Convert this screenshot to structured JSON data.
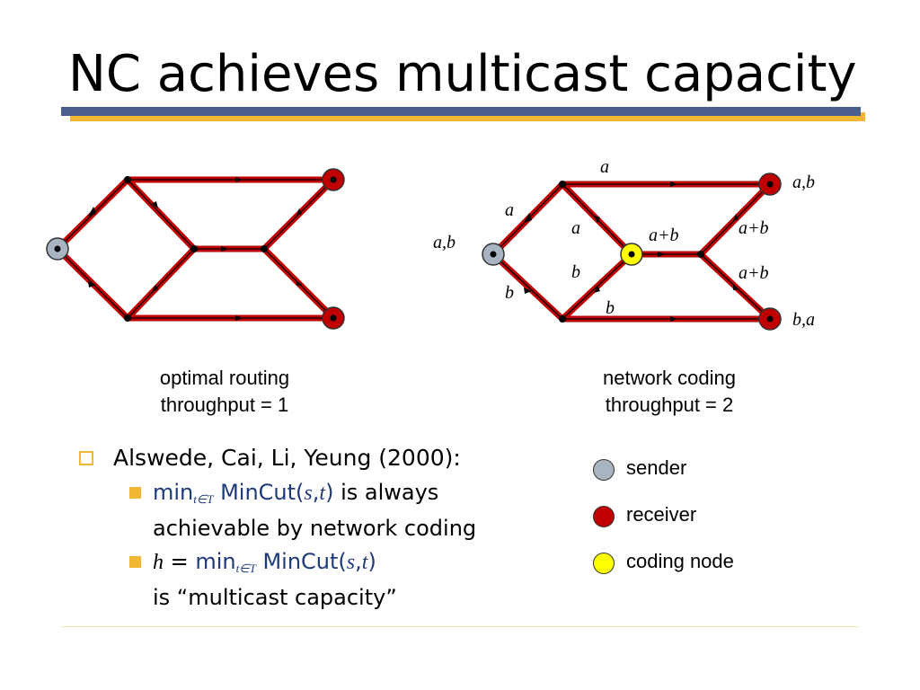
{
  "title": "NC achieves multicast capacity",
  "colors": {
    "edge": "#c00000",
    "sender": "#a9b4c2",
    "receiver": "#c00000",
    "coding": "#ffff00",
    "accent": "#f2b733",
    "bar": "#4a5e8c",
    "text_blue": "#1f3a7a"
  },
  "left_diagram": {
    "caption_line1": "optimal routing",
    "caption_line2": "throughput = 1"
  },
  "right_diagram": {
    "caption_line1": "network coding",
    "caption_line2": "throughput = 2",
    "labels": {
      "src": "a,b",
      "top_edge": "a",
      "left_upper": "a",
      "left_lower": "b",
      "mid_upper": "a",
      "mid_lower": "b",
      "bottom_edge": "b",
      "coding": "a+b",
      "right_upper": "a+b",
      "right_lower": "a+b",
      "recv_top": "a,b",
      "recv_bottom": "b,a"
    }
  },
  "bullets": {
    "main": "Alswede, Cai, Li, Yeung (2000):",
    "sub1": {
      "min": "min",
      "sub": "t∈T",
      "mincut": " MinCut(",
      "s": "s",
      "comma": ",",
      "t": "t",
      "close": ")",
      "rest1": " is always",
      "rest2": "achievable by network coding"
    },
    "sub2": {
      "h": "h",
      "eq": " = ",
      "min": "min",
      "sub": "t∈T",
      "mincut": " MinCut(",
      "s": "s",
      "comma": ",",
      "t": "t",
      "close": ")",
      "rest": "is “multicast capacity”"
    }
  },
  "legend": [
    {
      "label": "sender",
      "color": "#a9b4c2"
    },
    {
      "label": "receiver",
      "color": "#c00000"
    },
    {
      "label": "coding node",
      "color": "#ffff00"
    }
  ]
}
